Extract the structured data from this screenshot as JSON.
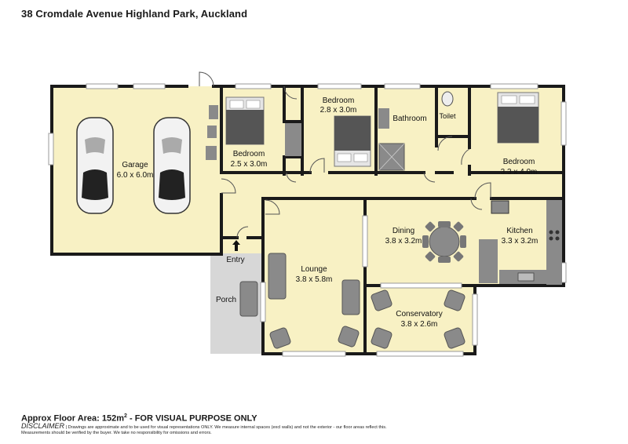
{
  "header": {
    "address": "38 Cromdale Avenue Highland Park, Auckland"
  },
  "colors": {
    "floor": "#f8f1c4",
    "wall": "#1a1a1a",
    "porch": "#d7d7d7",
    "furniture": "#8a8a8a",
    "counter": "#8a8a8a"
  },
  "rooms": {
    "garage": {
      "name": "Garage",
      "dims": "6.0 x 6.0m"
    },
    "bedroom1": {
      "name": "Bedroom",
      "dims": "2.5 x 3.0m"
    },
    "bedroom2": {
      "name": "Bedroom",
      "dims": "2.8 x 3.0m"
    },
    "bathroom": {
      "name": "Bathroom",
      "dims": ""
    },
    "toilet": {
      "name": "Toilet",
      "dims": ""
    },
    "bedroom3": {
      "name": "Bedroom",
      "dims": "3.3 x 4.0m"
    },
    "dining": {
      "name": "Dining",
      "dims": "3.8 x 3.2m"
    },
    "kitchen": {
      "name": "Kitchen",
      "dims": "3.3 x 3.2m"
    },
    "lounge": {
      "name": "Lounge",
      "dims": "3.8 x 5.8m"
    },
    "conservatory": {
      "name": "Conservatory",
      "dims": "3.8 x 2.6m"
    },
    "entry": {
      "name": "Entry",
      "dims": ""
    },
    "porch": {
      "name": "Porch",
      "dims": ""
    }
  },
  "footer": {
    "area_prefix": "Approx Floor Area: 152m",
    "area_sup": "2",
    "area_suffix": " - FOR VISUAL PURPOSE ONLY",
    "disclaimer_heading": "DISCLAIMER",
    "disclaimer_line1": " | Drawings are approximate and to be used for visual representations ONLY. We measure internal spaces (excl walls) and not the exterior - our floor areas reflect this.",
    "disclaimer_line2": "Measurements should be verified by the buyer. We take no responsibility for omissions and errors."
  }
}
